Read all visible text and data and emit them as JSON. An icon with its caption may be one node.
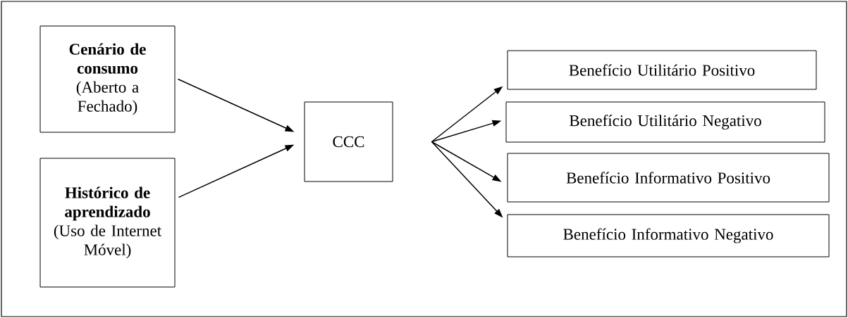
{
  "diagram": {
    "nodes": [
      {
        "text": [
          "Cenário de consumo",
          "(Aberto a Fechado)"
        ]
      },
      {
        "text": [
          "Histórico de aprendizado",
          "(Uso de Internet Móvel)"
        ]
      },
      {
        "text": [
          "CCC"
        ]
      },
      {
        "text": [
          "Benefício Utilitário Positivo"
        ]
      },
      {
        "text": [
          "Benefício Utilitário Negativo"
        ]
      },
      {
        "text": [
          "Benefício Informativo Positivo"
        ]
      },
      {
        "text": [
          "Benefício Informativo Negativo"
        ]
      }
    ],
    "edges": [
      {
        "from": 0,
        "to": 2,
        "arrow": "to"
      },
      {
        "from": 1,
        "to": 2,
        "arrow": "to"
      },
      {
        "from": 2,
        "to": 3,
        "arrow": "to"
      },
      {
        "from": 2,
        "to": 4,
        "arrow": "to"
      },
      {
        "from": 2,
        "to": 5,
        "arrow": "to"
      },
      {
        "from": 2,
        "to": 6,
        "arrow": "to"
      }
    ]
  }
}
